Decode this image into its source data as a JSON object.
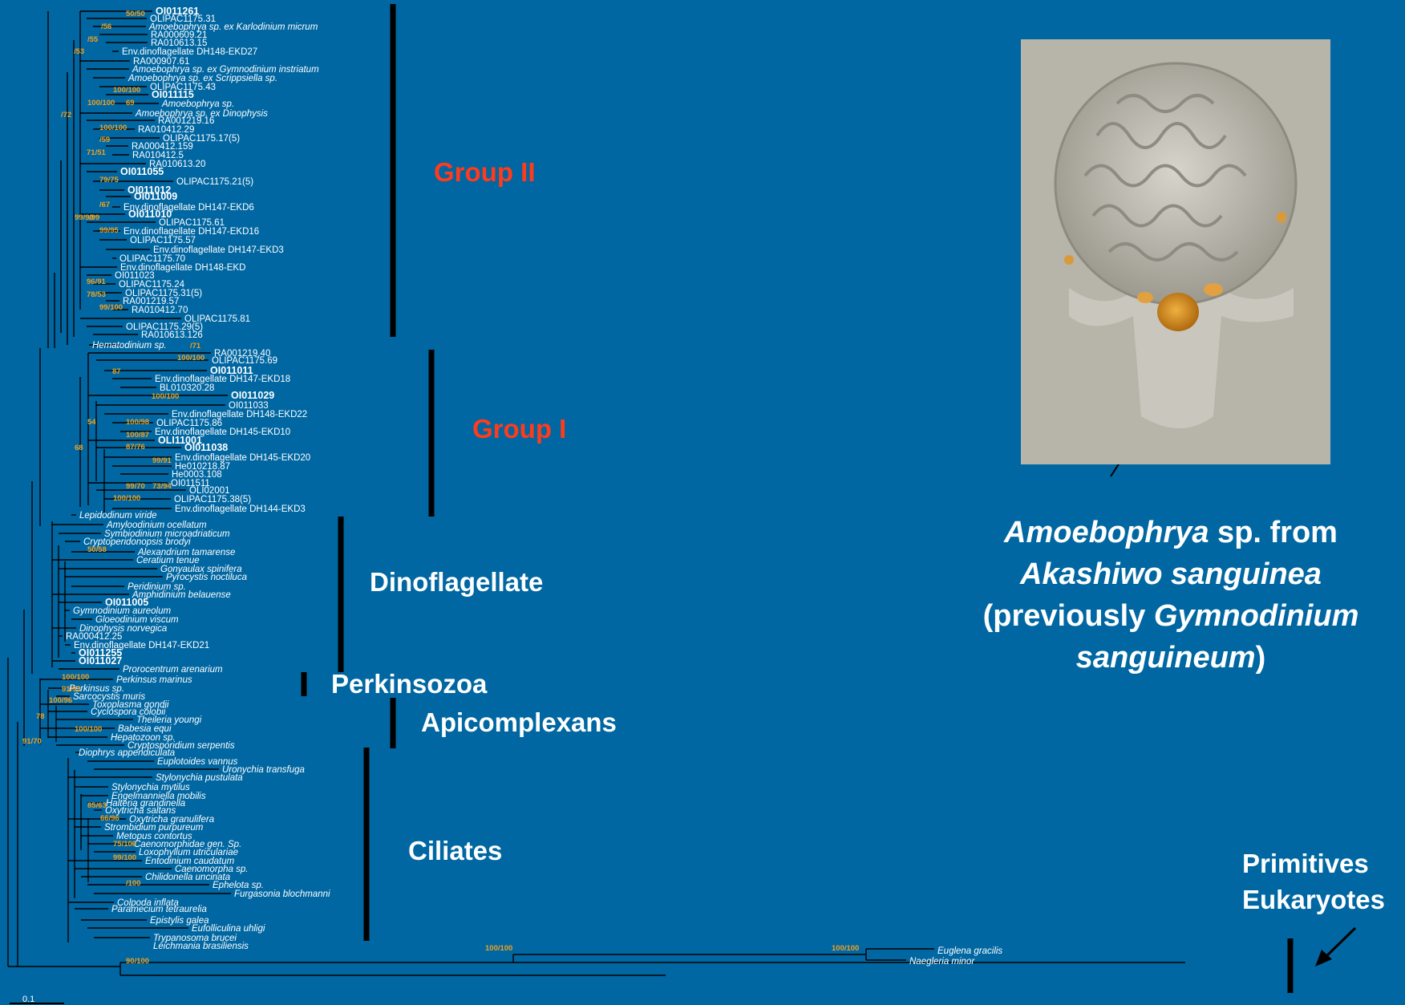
{
  "groups": {
    "group2": "Group II",
    "group1": "Group I",
    "dinoflagellate": "Dinoflagellate",
    "perkinsozoa": "Perkinsozoa",
    "apicomplexans": "Apicomplexans",
    "ciliates": "Ciliates",
    "primitives_line1": "Primitives",
    "primitives_line2": "Eukaryotes"
  },
  "caption": {
    "genus": "Amoebophrya",
    "sp_from": " sp. from",
    "host": "Akashiwo sanguinea",
    "previously_open": "(previously ",
    "old_genus": "Gymnodinium",
    "old_species": "sanguineum",
    "close": ")"
  },
  "scale_label": "0.1",
  "colors": {
    "background": "#0067a2",
    "group_red": "#ff3b1c",
    "bootstrap": "#f0a020",
    "branch": "#000000"
  },
  "leaves": [
    {
      "t": "OI011261",
      "s": "bold"
    },
    {
      "t": "OLIPAC1175.31",
      "s": ""
    },
    {
      "t": "Amoebophrya sp. ex Karlodinium micrum",
      "s": "it"
    },
    {
      "t": "RA000609.21",
      "s": ""
    },
    {
      "t": "RA010613.15",
      "s": ""
    },
    {
      "t": "Env.dinoflagellate DH148-EKD27",
      "s": ""
    },
    {
      "t": "RA000907.61",
      "s": ""
    },
    {
      "t": "Amoebophrya sp. ex Gymnodinium instriatum",
      "s": "it"
    },
    {
      "t": "Amoebophrya sp. ex Scrippsiella sp.",
      "s": "it"
    },
    {
      "t": "OLIPAC1175.43",
      "s": ""
    },
    {
      "t": "OI011115",
      "s": "bold"
    },
    {
      "t": "Amoebophrya sp.",
      "s": "it"
    },
    {
      "t": "Amoebophrya sp. ex Dinophysis",
      "s": "it"
    },
    {
      "t": "RA001219.16",
      "s": ""
    },
    {
      "t": "RA010412.29",
      "s": ""
    },
    {
      "t": "OLIPAC1175.17(5)",
      "s": ""
    },
    {
      "t": "RA000412.159",
      "s": ""
    },
    {
      "t": "RA010412.5",
      "s": ""
    },
    {
      "t": "RA010613.20",
      "s": ""
    },
    {
      "t": "OI011055",
      "s": "bold"
    },
    {
      "t": "OLIPAC1175.21(5)",
      "s": ""
    },
    {
      "t": "OI011012",
      "s": "bold"
    },
    {
      "t": "OI011009",
      "s": "bold"
    },
    {
      "t": "Env.dinoflagellate DH147-EKD6",
      "s": ""
    },
    {
      "t": "OI011010",
      "s": "bold"
    },
    {
      "t": "OLIPAC1175.61",
      "s": ""
    },
    {
      "t": "Env.dinoflagellate DH147-EKD16",
      "s": ""
    },
    {
      "t": "OLIPAC1175.57",
      "s": ""
    },
    {
      "t": "Env.dinoflagellate DH147-EKD3",
      "s": ""
    },
    {
      "t": "OLIPAC1175.70",
      "s": ""
    },
    {
      "t": "Env.dinoflagellate DH148-EKD",
      "s": ""
    },
    {
      "t": "OI011023",
      "s": ""
    },
    {
      "t": "OLIPAC1175.24",
      "s": ""
    },
    {
      "t": "OLIPAC1175.31(5)",
      "s": ""
    },
    {
      "t": "RA001219.57",
      "s": ""
    },
    {
      "t": "RA010412.70",
      "s": ""
    },
    {
      "t": "OLIPAC1175.81",
      "s": ""
    },
    {
      "t": "OLIPAC1175.29(5)",
      "s": ""
    },
    {
      "t": "RA010613.126",
      "s": ""
    },
    {
      "t": "Hematodinium sp.",
      "s": "it"
    },
    {
      "t": "RA001219.40",
      "s": ""
    },
    {
      "t": "OLIPAC1175.69",
      "s": ""
    },
    {
      "t": "OI011011",
      "s": "bold"
    },
    {
      "t": "Env.dinoflagellate DH147-EKD18",
      "s": ""
    },
    {
      "t": "BL010320.28",
      "s": ""
    },
    {
      "t": "OI011029",
      "s": "bold"
    },
    {
      "t": "OI011033",
      "s": ""
    },
    {
      "t": "Env.dinoflagellate DH148-EKD22",
      "s": ""
    },
    {
      "t": "OLIPAC1175.86",
      "s": ""
    },
    {
      "t": "Env.dinoflagellate DH145-EKD10",
      "s": ""
    },
    {
      "t": "OLI11001",
      "s": "bold"
    },
    {
      "t": "OI011038",
      "s": "bold"
    },
    {
      "t": "Env.dinoflagellate DH145-EKD20",
      "s": ""
    },
    {
      "t": "He010218.87",
      "s": ""
    },
    {
      "t": "He0003.108",
      "s": ""
    },
    {
      "t": "OI011511",
      "s": ""
    },
    {
      "t": "OLI02001",
      "s": ""
    },
    {
      "t": "OLIPAC1175.38(5)",
      "s": ""
    },
    {
      "t": "Env.dinoflagellate DH144-EKD3",
      "s": ""
    },
    {
      "t": "Lepidodinum viride",
      "s": "it"
    },
    {
      "t": "Amyloodinium ocellatum",
      "s": "it"
    },
    {
      "t": "Symbiodinium microadriaticum",
      "s": "it"
    },
    {
      "t": "Cryptoperidonopsis brodyi",
      "s": "it"
    },
    {
      "t": "Alexandrium tamarense",
      "s": "it"
    },
    {
      "t": "Ceratium tenue",
      "s": "it"
    },
    {
      "t": "Gonyaulax spinifera",
      "s": "it"
    },
    {
      "t": "Pyrocystis noctiluca",
      "s": "it"
    },
    {
      "t": "Peridinium sp.",
      "s": "it"
    },
    {
      "t": "Amphidinium belauense",
      "s": "it"
    },
    {
      "t": "OI011005",
      "s": "bold"
    },
    {
      "t": "Gymnodinium aureolum",
      "s": "it"
    },
    {
      "t": "Gloeodinium viscum",
      "s": "it"
    },
    {
      "t": "Dinophysis norvegica",
      "s": "it"
    },
    {
      "t": "RA000412.25",
      "s": ""
    },
    {
      "t": "Env.dinoflagellate DH147-EKD21",
      "s": ""
    },
    {
      "t": "OI011255",
      "s": "bold"
    },
    {
      "t": "OI011027",
      "s": "bold"
    },
    {
      "t": "Prorocentrum arenarium",
      "s": "it"
    },
    {
      "t": "Perkinsus marinus",
      "s": "it"
    },
    {
      "t": "Perkinsus sp.",
      "s": "it"
    },
    {
      "t": "Sarcocystis muris",
      "s": "it"
    },
    {
      "t": "Toxoplasma gondii",
      "s": "it"
    },
    {
      "t": "Cyclospora colobii",
      "s": "it"
    },
    {
      "t": "Theileria youngi",
      "s": "it"
    },
    {
      "t": "Babesia equi",
      "s": "it"
    },
    {
      "t": "Hepatozoon sp.",
      "s": "it"
    },
    {
      "t": "Cryptosporidium serpentis",
      "s": "it"
    },
    {
      "t": "Diophrys appendiculata",
      "s": "it"
    },
    {
      "t": "Euplotoides vannus",
      "s": "it"
    },
    {
      "t": "Uronychia transfuga",
      "s": "it"
    },
    {
      "t": "Stylonychia pustulata",
      "s": "it"
    },
    {
      "t": "Stylonychia mytilus",
      "s": "it"
    },
    {
      "t": "Engelmanniella mobilis",
      "s": "it"
    },
    {
      "t": "Halteria grandinella",
      "s": "it"
    },
    {
      "t": "Oxytricha saltans",
      "s": "it"
    },
    {
      "t": "Oxytricha granulifera",
      "s": "it"
    },
    {
      "t": "Strombidium purpureum",
      "s": "it"
    },
    {
      "t": "Metopus contortus",
      "s": "it"
    },
    {
      "t": "Caenomorphidae gen. Sp.",
      "s": "it"
    },
    {
      "t": "Loxophyllum utriculariae",
      "s": "it"
    },
    {
      "t": "Entodinium caudatum",
      "s": "it"
    },
    {
      "t": "Caenomorpha sp.",
      "s": "it"
    },
    {
      "t": "Chilidonella uncinata",
      "s": "it"
    },
    {
      "t": "Ephelota sp.",
      "s": "it"
    },
    {
      "t": "Furgasonia blochmanni",
      "s": "it"
    },
    {
      "t": "Colpoda inflata",
      "s": "it"
    },
    {
      "t": "Paramecium tetraurelia",
      "s": "it"
    },
    {
      "t": "Epistylis galea",
      "s": "it"
    },
    {
      "t": "Eufolliculina uhligi",
      "s": "it"
    },
    {
      "t": "Trypanosoma brucei",
      "s": "it"
    },
    {
      "t": "Leichmania brasiliensis",
      "s": "it"
    },
    {
      "t": "Euglena gracilis",
      "s": "it"
    },
    {
      "t": "Naegleria minor",
      "s": "it"
    }
  ],
  "bootstraps": [
    "50/50",
    "/56",
    "/55",
    "/53",
    "100/100",
    "100/100",
    "69",
    "/72",
    "100/100",
    "/59",
    "71/51",
    "79/75",
    "/67",
    "99/90",
    "/99",
    "99/95",
    "96/91",
    "78/53",
    "99/100",
    "/71",
    "100/100",
    "87",
    "100/100",
    "54",
    "100/98",
    "100/87",
    "87/76",
    "68",
    "99/91",
    "99/70",
    "73/94",
    "100/100",
    "50/58",
    "100/100",
    "91/93",
    "100/96",
    "78",
    "100/100",
    "91/70",
    "85/63",
    "66/96",
    "75/100",
    "99/100",
    "/100",
    "100/100",
    "100/100",
    "90/100"
  ]
}
